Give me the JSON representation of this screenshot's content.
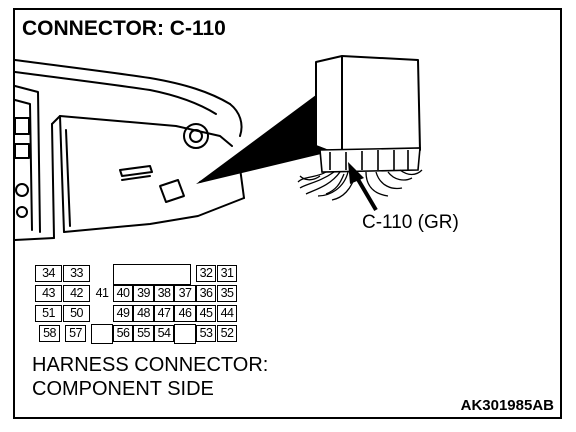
{
  "title": "CONNECTOR: C-110",
  "callout_label": "C-110 (GR)",
  "caption": {
    "line1": "HARNESS CONNECTOR:",
    "line2": "COMPONENT SIDE"
  },
  "figure_code": "AK301985AB",
  "pins": {
    "row1_left": [
      "34",
      "33"
    ],
    "row1_right": [
      "32",
      "31"
    ],
    "row2": [
      "43",
      "42",
      "41",
      "40",
      "39",
      "38",
      "37",
      "36",
      "35"
    ],
    "row3_left": [
      "51",
      "50"
    ],
    "row3_right": [
      "49",
      "48",
      "47",
      "46",
      "45",
      "44"
    ],
    "row4_left": [
      "58",
      "57"
    ],
    "row4_mid": [
      "56",
      "55",
      "54"
    ],
    "row4_right": [
      "53",
      "52"
    ]
  }
}
